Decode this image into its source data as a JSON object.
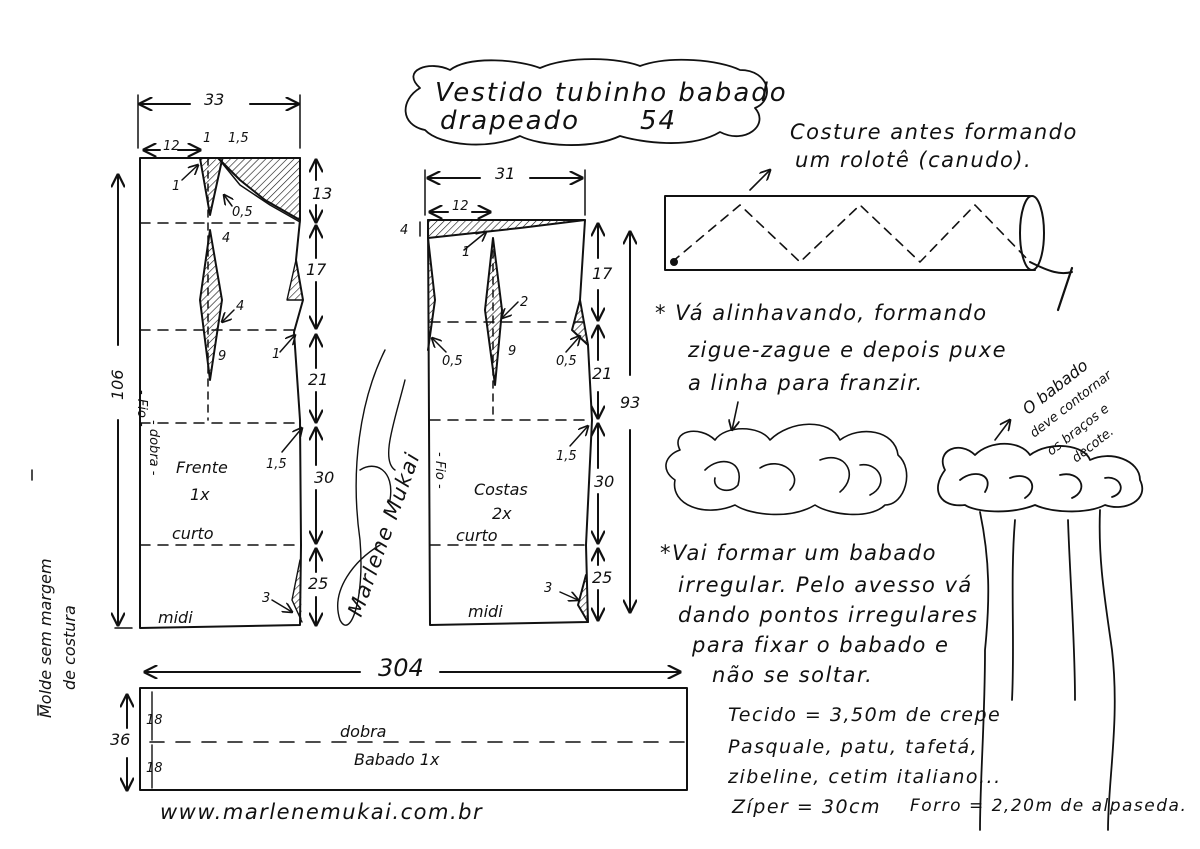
{
  "title": {
    "line1": "Vestido tubinho babado",
    "line2": "drapeado",
    "number": "54"
  },
  "front": {
    "width": "33",
    "length": "106",
    "top": "12",
    "top2": "1",
    "top3": "1,5",
    "dart_small": "1",
    "point5": "0,5",
    "d4a": "4",
    "d4b": "4",
    "d9": "9",
    "side1": "1",
    "s13": "13",
    "s17": "17",
    "s21": "21",
    "s30": "30",
    "s25": "25",
    "s15": "1,5",
    "s3": "3",
    "grain": "- Fio -",
    "fold": "- dobra -",
    "name": "Frente",
    "qty": "1x",
    "short": "curto",
    "midi": "midi"
  },
  "back": {
    "width": "31",
    "length": "93",
    "top": "12",
    "s4": "4",
    "d1": "1",
    "d2": "2",
    "d9": "9",
    "p05a": "0,5",
    "p05b": "0,5",
    "s17": "17",
    "s21": "21",
    "s30": "30",
    "s25": "25",
    "s15": "1,5",
    "s3": "3",
    "grain": "- Fio -",
    "name": "Costas",
    "qty": "2x",
    "short": "curto",
    "midi": "midi"
  },
  "ruffle": {
    "length": "304",
    "height": "36",
    "h1": "18",
    "h2": "18",
    "fold": "dobra",
    "name": "Babado 1x"
  },
  "margin_note": {
    "line1": "Molde sem margem",
    "line2": "de costura"
  },
  "signature": "Marlene Mukai",
  "notes": {
    "tube1": "Costure antes formando",
    "tube2": "um rolotê (canudo).",
    "zig1": "* Vá alinhavando, formando",
    "zig2": "zigue-zague e depois puxe",
    "zig3": "a linha para franzir.",
    "ruf1": "*Vai formar um babado",
    "ruf2": "irregular. Pelo avesso vá",
    "ruf3": "dando pontos irregulares",
    "ruf4": "para fixar o babado e",
    "ruf5": "não se soltar.",
    "dress1": "O babado",
    "dress2": "deve contornar",
    "dress3": "os braços e",
    "dress4": "decote.",
    "fab1": "Tecido = 3,50m de crepe",
    "fab2": "Pasquale, patu, tafetá,",
    "fab3": "zibeline, cetim italiano...",
    "fab4": "Zíper = 30cm",
    "fab5": "Forro = 2,20m de alpaseda."
  },
  "url": "www.marlenemukai.com.br"
}
